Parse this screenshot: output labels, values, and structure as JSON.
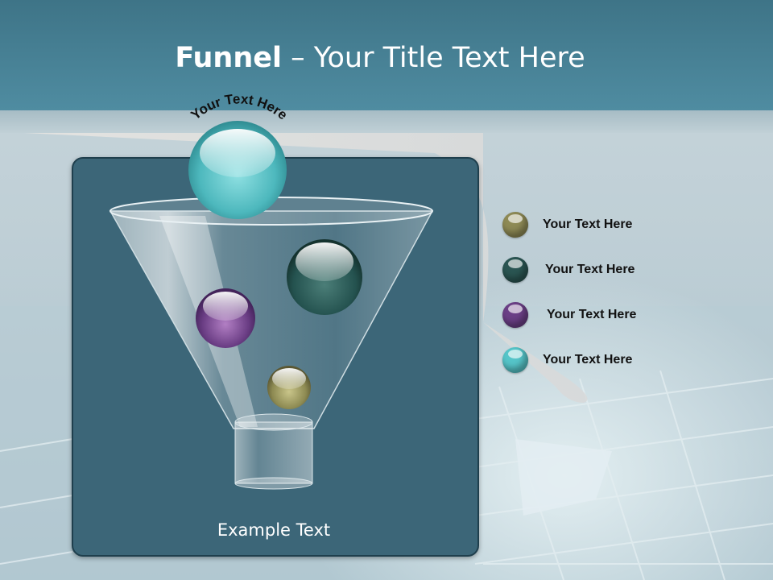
{
  "slide": {
    "title_bold": "Funnel",
    "title_rest": " – Your Title Text Here",
    "arc_text": "Your Text Here",
    "example_text": "Example Text"
  },
  "legend": [
    {
      "label": "Your  Text Here",
      "color": "#8e8a55"
    },
    {
      "label": "Your  Text Here",
      "color": "#2a5552"
    },
    {
      "label": "Your  Text Here",
      "color": "#6b3f86"
    },
    {
      "label": "Your  Text Here",
      "color": "#55c5c9"
    }
  ],
  "colors": {
    "header": "#3e7487",
    "panel": "#3c6678",
    "ball_top": "#5cc6cc",
    "ball_dark": "#24524f",
    "ball_purple": "#6a3d84",
    "ball_olive": "#8d8a52"
  }
}
